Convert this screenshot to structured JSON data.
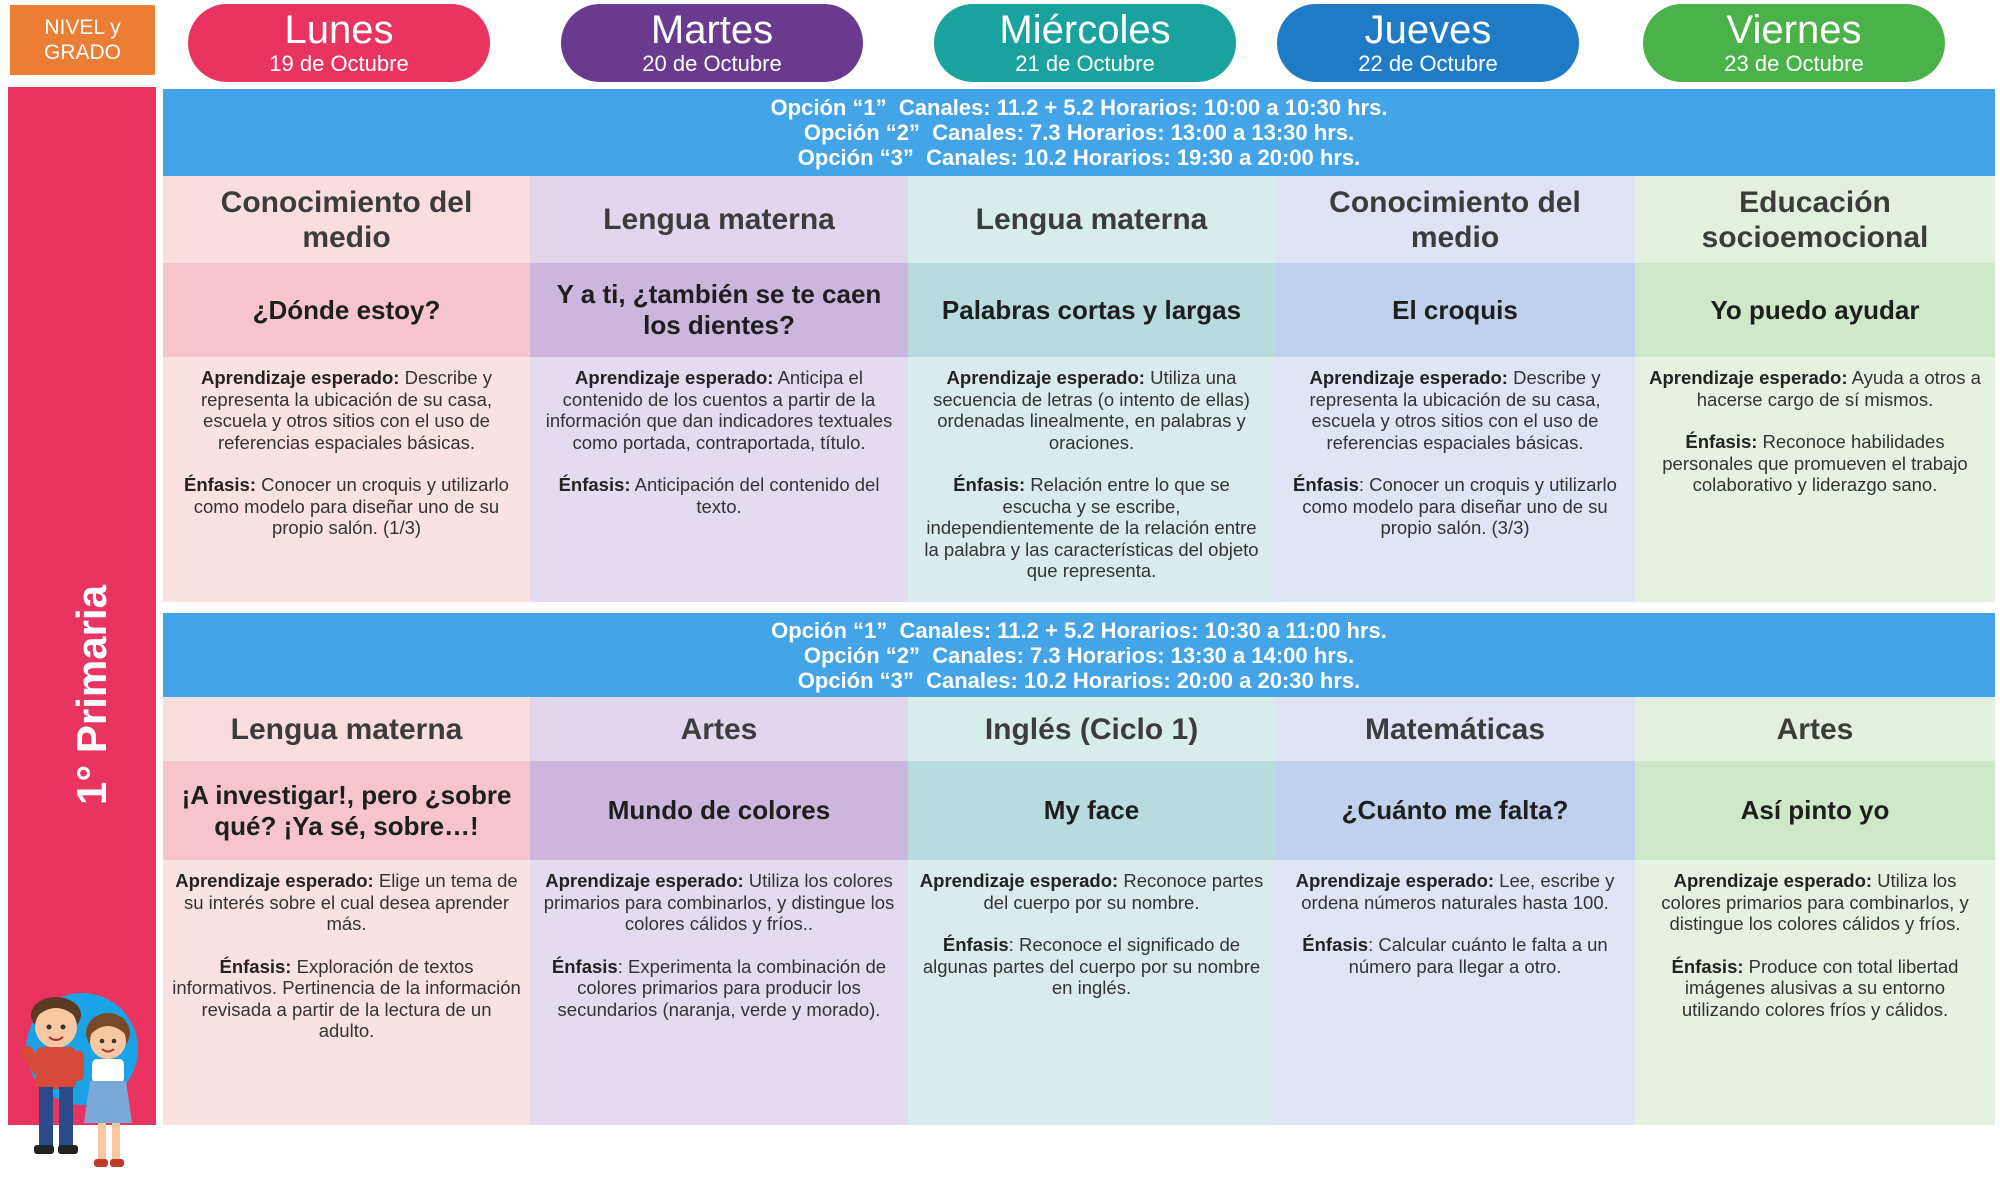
{
  "level_badge": {
    "line1": "NIVEL y",
    "line2": "GRADO"
  },
  "side_label": "1° Primaria",
  "colors": {
    "lunes": "#e8345e",
    "martes": "#6a3a8e",
    "miercoles": "#1aa39e",
    "jueves": "#1f7bc6",
    "viernes": "#4bb24a",
    "side_bar": "#e8345e",
    "band": "#43a4e8",
    "badge": "#ec7d34"
  },
  "days": [
    {
      "name": "Lunes",
      "date": "19 de Octubre"
    },
    {
      "name": "Martes",
      "date": "20 de Octubre"
    },
    {
      "name": "Miércoles",
      "date": "21 de Octubre"
    },
    {
      "name": "Jueves",
      "date": "22 de Octubre"
    },
    {
      "name": "Viernes",
      "date": "23 de Octubre"
    }
  ],
  "blocks": [
    {
      "schedule": [
        "Opción “1”  Canales: 11.2 + 5.2 Horarios: 10:00 a 10:30 hrs.",
        "Opción “2”  Canales: 7.3 Horarios: 13:00 a 13:30 hrs.",
        "Opción “3”  Canales: 10.2 Horarios: 19:30 a 20:00 hrs."
      ],
      "columns": [
        {
          "subject": "Conocimiento del medio",
          "topic": "¿Dónde estoy?",
          "aprendizaje_label": "Aprendizaje esperado:",
          "aprendizaje": " Describe y representa la ubicación de su casa, escuela y otros sitios con el uso de referencias espaciales básicas.",
          "enfasis_label": "Énfasis:",
          "enfasis": " Conocer un croquis y utilizarlo como modelo para diseñar uno de su propio salón. (1/3)"
        },
        {
          "subject": "Lengua materna",
          "topic": "Y a ti, ¿también se te caen los dientes?",
          "aprendizaje_label": "Aprendizaje esperado:",
          "aprendizaje": " Anticipa el contenido de los cuentos a partir de la información que dan indicadores textuales como portada, contraportada, título.",
          "enfasis_label": "Énfasis:",
          "enfasis": " Anticipación del contenido del texto."
        },
        {
          "subject": "Lengua materna",
          "topic": "Palabras cortas y largas",
          "aprendizaje_label": "Aprendizaje esperado:",
          "aprendizaje": "  Utiliza una secuencia de letras (o intento de ellas) ordenadas linealmente, en palabras y oraciones.",
          "enfasis_label": "Énfasis:",
          "enfasis": " Relación entre lo que se escucha y se escribe, independientemente de la relación entre la palabra y las características del objeto que representa."
        },
        {
          "subject": "Conocimiento del medio",
          "topic": "El croquis",
          "aprendizaje_label": "Aprendizaje esperado:",
          "aprendizaje": " Describe y representa la ubicación de su casa, escuela y otros sitios con el uso de referencias espaciales básicas.",
          "enfasis_label": "Énfasis",
          "enfasis": ": Conocer un croquis y utilizarlo como modelo para diseñar uno de su propio salón. (3/3)"
        },
        {
          "subject": "Educación socioemocional",
          "topic": "Yo puedo ayudar",
          "aprendizaje_label": "Aprendizaje esperado:",
          "aprendizaje": " Ayuda a otros a hacerse cargo de sí mismos.",
          "enfasis_label": "Énfasis:",
          "enfasis": " Reconoce habilidades personales que promueven el trabajo colaborativo y liderazgo sano."
        }
      ]
    },
    {
      "schedule": [
        "Opción “1”  Canales: 11.2 + 5.2 Horarios: 10:30 a 11:00 hrs.",
        "Opción “2”  Canales: 7.3 Horarios: 13:30 a 14:00 hrs.",
        "Opción “3”  Canales: 10.2 Horarios: 20:00 a 20:30 hrs."
      ],
      "columns": [
        {
          "subject": "Lengua materna",
          "topic": "¡A investigar!, pero ¿sobre qué? ¡Ya sé, sobre…!",
          "aprendizaje_label": "Aprendizaje esperado:",
          "aprendizaje": " Elige un tema de su interés sobre el cual desea aprender más.",
          "enfasis_label": "Énfasis:",
          "enfasis": " Exploración de textos informativos. Pertinencia de la información revisada a partir de la lectura de un adulto."
        },
        {
          "subject": "Artes",
          "topic": "Mundo de colores",
          "aprendizaje_label": "Aprendizaje esperado:",
          "aprendizaje": " Utiliza los colores primarios para combinarlos, y distingue los colores cálidos y fríos..",
          "enfasis_label": "Énfasis",
          "enfasis": ": Experimenta la combinación de colores primarios para producir los secundarios (naranja, verde y morado)."
        },
        {
          "subject": "Inglés (Ciclo 1)",
          "topic": "My face",
          "aprendizaje_label": "Aprendizaje esperado:",
          "aprendizaje": " Reconoce partes del cuerpo por su nombre.",
          "enfasis_label": "Énfasis",
          "enfasis": ": Reconoce el significado de algunas partes del cuerpo por su nombre en inglés."
        },
        {
          "subject": "Matemáticas",
          "topic": "¿Cuánto me falta?",
          "aprendizaje_label": "Aprendizaje esperado:",
          "aprendizaje": " Lee, escribe y ordena números naturales hasta 100.",
          "enfasis_label": "Énfasis",
          "enfasis": ": Calcular cuánto le falta a un número para llegar a otro."
        },
        {
          "subject": "Artes",
          "topic": "Así pinto yo",
          "aprendizaje_label": "Aprendizaje esperado:",
          "aprendizaje": " Utiliza los colores primarios para combinarlos, y distingue los colores cálidos y fríos.",
          "enfasis_label": "Énfasis:",
          "enfasis": " Produce con total libertad imágenes alusivas a su entorno utilizando colores fríos y cálidos."
        }
      ]
    }
  ]
}
